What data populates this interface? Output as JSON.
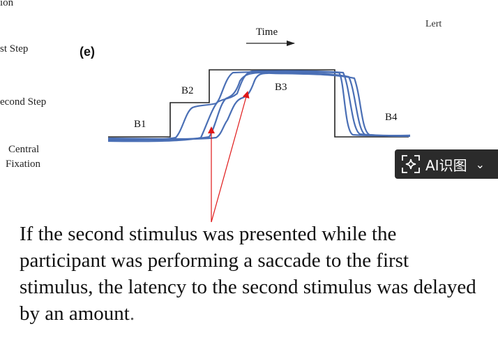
{
  "left_labels": {
    "top": "ion",
    "first_step": "st Step",
    "second_step": "econd Step",
    "central_line1": "Central",
    "central_line2": "Fixation"
  },
  "panel_label": "(e)",
  "time_label": "Time",
  "corner_label": "Lert",
  "blocks": [
    "B1",
    "B2",
    "B3",
    "B4"
  ],
  "ai_badge": {
    "label": "AI识图",
    "icon": "ai-scan-icon",
    "chevron": "chevron-down-icon"
  },
  "caption": {
    "main": "If the second stimulus was presented while the participant was performing a saccade to the first stimulus, the latency to the second stimulus was delayed by an amount",
    "tail": "."
  },
  "colors": {
    "trace": "#4a6fb5",
    "step": "#222222",
    "arrow": "#e01818",
    "badge_bg": "#2b2b2b"
  }
}
